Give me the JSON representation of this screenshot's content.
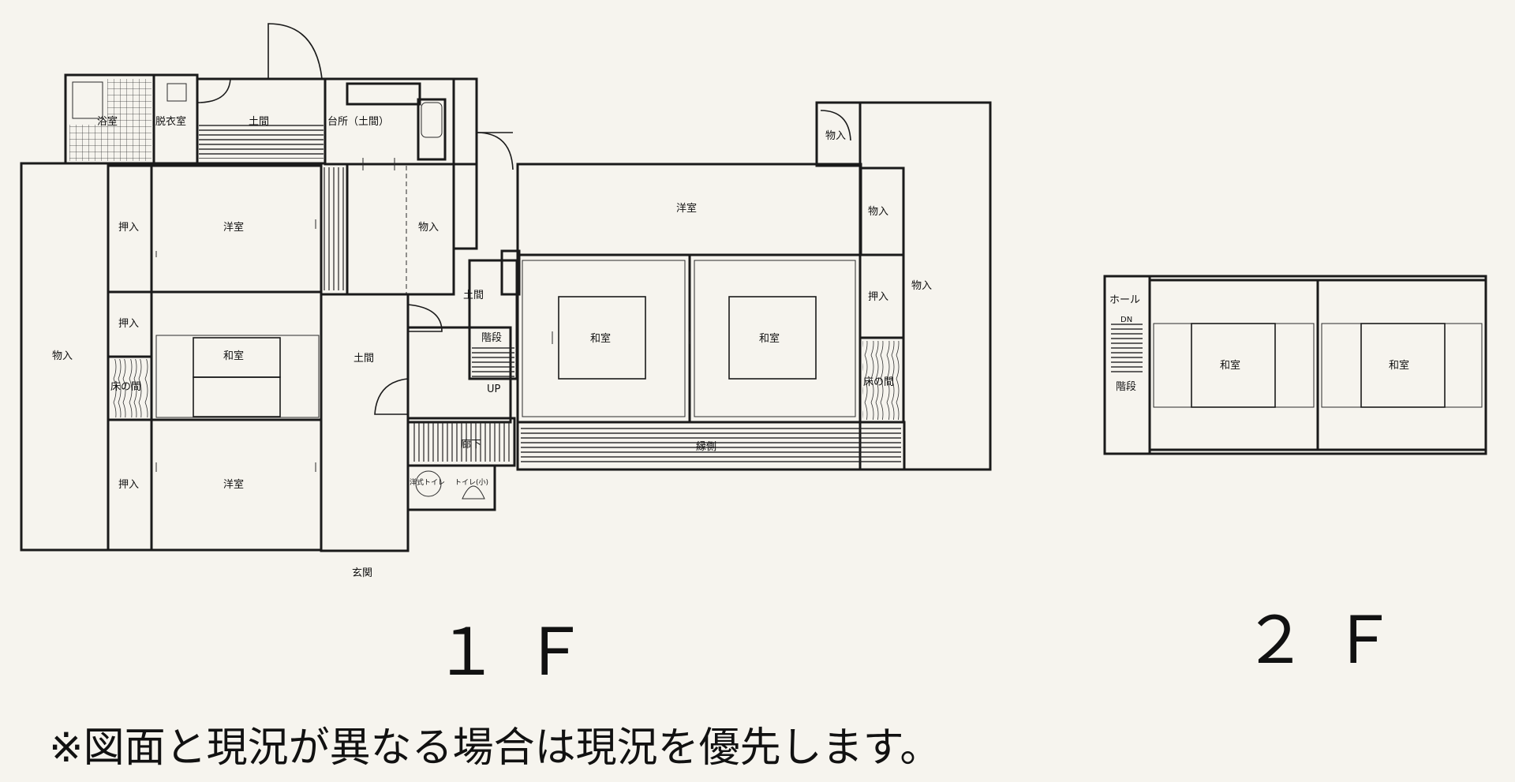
{
  "floor_labels": {
    "first": "１Ｆ",
    "second": "２Ｆ"
  },
  "note": "※図面と現況が異なる場合は現況を優先します。",
  "rooms_1f": {
    "bath": "浴室",
    "dressing": "脱衣室",
    "doma_top": "土間",
    "kitchen": "台所（土間）",
    "storage_left": "物入",
    "oshiire_1": "押入",
    "youshitsu_1": "洋室",
    "storage_mid": "物入",
    "oshiire_2": "押入",
    "washitsu_1": "和室",
    "tokonoma_1": "床の間",
    "doma_center": "土間",
    "oshiire_3": "押入",
    "youshitsu_2": "洋室",
    "entrance": "玄関",
    "doma_small": "土間",
    "stairs": "階段",
    "stairs_up": "UP",
    "corridor": "廊下",
    "toilet_1": "洋式トイレ",
    "toilet_2": "トイレ(小)",
    "youshitsu_3": "洋室",
    "storage_top": "物入",
    "storage_right1": "物入",
    "storage_right2": "物入",
    "oshiire_4": "押入",
    "washitsu_2": "和室",
    "washitsu_3": "和室",
    "tokonoma_2": "床の間",
    "engawa": "縁側"
  },
  "rooms_2f": {
    "hall": "ホール",
    "dn": "DN",
    "stairs": "階段",
    "washitsu_1": "和室",
    "washitsu_2": "和室"
  }
}
